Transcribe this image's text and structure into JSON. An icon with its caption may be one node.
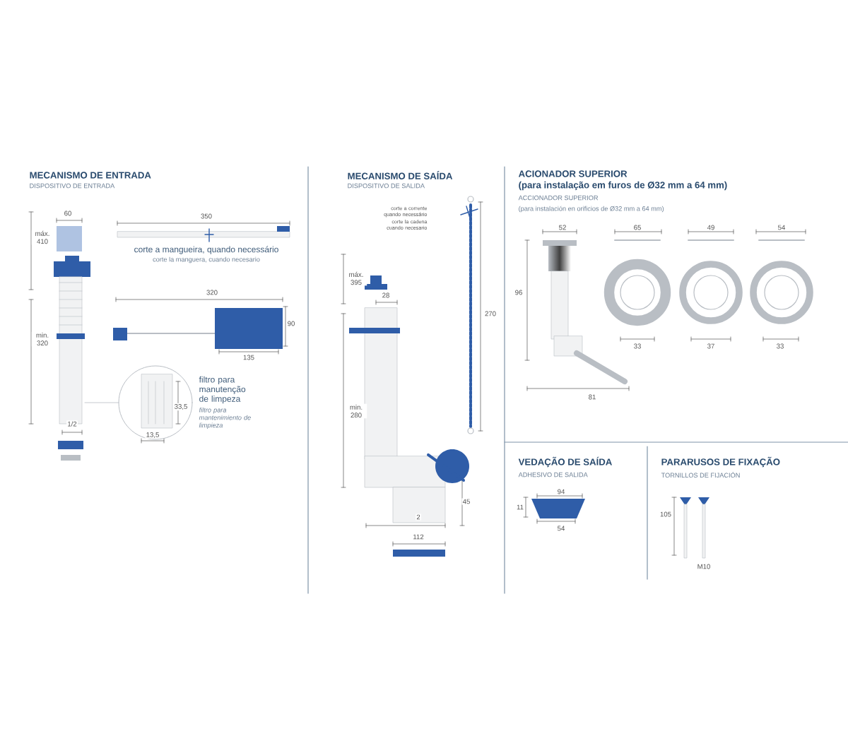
{
  "diagram": {
    "labels": [
      "MECANISMO DE ENTRADA",
      "DISPOSITIVO DE ENTRADA",
      "60",
      "máx. 410",
      "350",
      "corte a mangueira, quando necessário",
      "corte la manguera, cuando necesario",
      "320",
      "90",
      "135",
      "min. 320",
      "filtro para manutenção de limpeza",
      "filtro para mantenimiento de limpieza",
      "33,5",
      "13,5",
      "1/2",
      "MECANISMO DE SAÍDA",
      "DISPOSITIVO DE SALIDA",
      "corte a corrente quando necessário",
      "corte la cadena cuando necesario",
      "máx. 395",
      "28",
      "270",
      "min. 280",
      "45",
      "2",
      "112",
      "ACIONADOR SUPERIOR",
      "(para instalação em furos de Ø32 mm a 64 mm)",
      "ACCIONADOR SUPERIOR",
      "(para instalación en orificios de Ø32 mm a 64 mm)",
      "52",
      "65",
      "49",
      "54",
      "96",
      "33",
      "37",
      "33",
      "81",
      "VEDAÇÃO DE SAÍDA",
      "ADHESIVO DE SALIDA",
      "94",
      "11",
      "54",
      "PARARUSOS DE FIXAÇÃO",
      "TORNILLOS DE FIJACIÓN",
      "105",
      "M10"
    ]
  }
}
